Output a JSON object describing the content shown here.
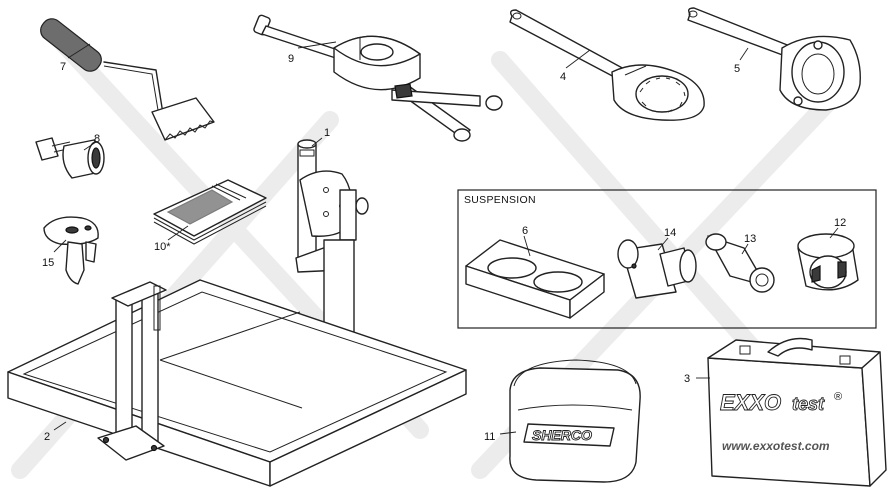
{
  "callouts": {
    "c1": "1",
    "c2": "2",
    "c3": "3",
    "c4": "4",
    "c5": "5",
    "c6": "6",
    "c7": "7",
    "c8": "8",
    "c9": "9",
    "c10": "10*",
    "c11": "11",
    "c12": "12",
    "c13": "13",
    "c14": "14",
    "c15": "15"
  },
  "suspension_box": {
    "label": "SUSPENSION"
  },
  "bag": {
    "brand": "SHERCO"
  },
  "case": {
    "brand_main": "EXXO",
    "brand_italic": "test",
    "registered": "®",
    "url": "www.exxotest.com"
  },
  "colors": {
    "line": "#222222",
    "background": "#ffffff",
    "watermark": "#ececec"
  }
}
